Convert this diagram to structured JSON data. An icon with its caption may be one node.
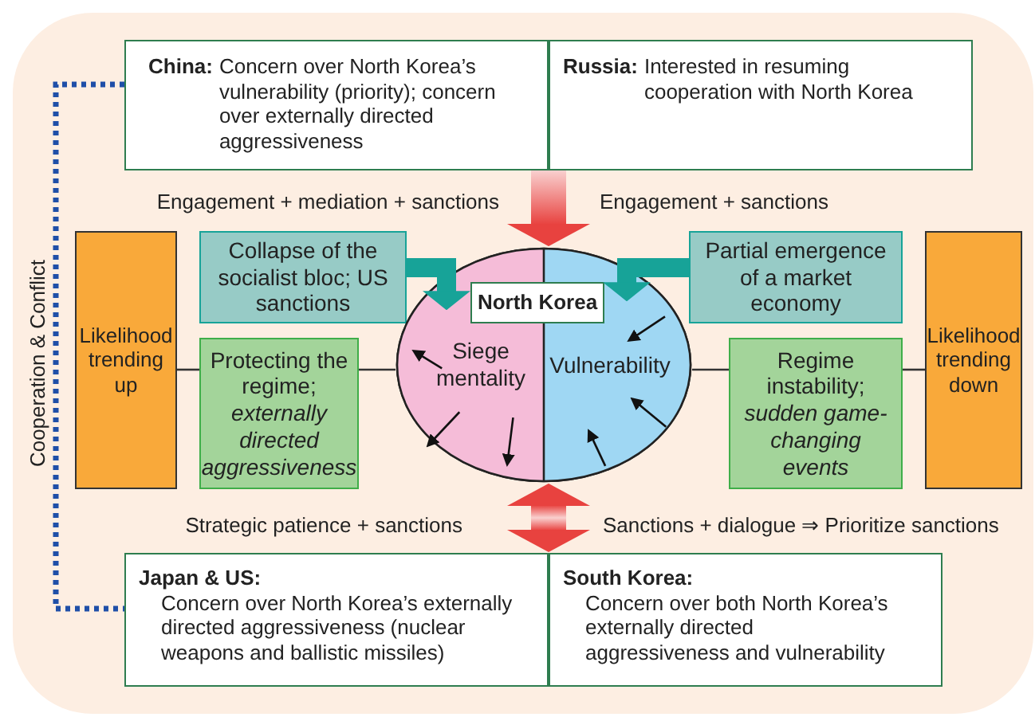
{
  "diagram": {
    "nodes": [
      {
        "text": [
          "China:",
          "Concern over North Korea’s vulnerability (priority); concern over externally directed aggressiveness"
        ]
      },
      {
        "text": [
          "Russia:",
          "Interested in resuming cooperation with North Korea"
        ]
      },
      {
        "text": [
          "Japan & US:",
          "Concern over North Korea’s externally directed aggressiveness (nuclear weapons and ballistic missiles)"
        ]
      },
      {
        "text": [
          "South Korea:",
          "Concern over both North Korea’s externally directed aggressiveness and vulnerability"
        ]
      },
      {
        "text": [
          "Likelihood trending up"
        ]
      },
      {
        "text": [
          "Collapse of the socialist bloc; US sanctions"
        ]
      },
      {
        "text": [
          "Protecting the regime; *externally directed aggressiveness*"
        ]
      },
      {
        "text": [],
        "shape": "ellipse"
      },
      {
        "text": [
          "North Korea"
        ],
        "in": 7
      },
      {
        "text": [
          "Siege mentality"
        ],
        "in": 7
      },
      {
        "text": [
          "Vulnerability"
        ],
        "in": 7
      },
      {
        "text": [
          "Partial emergence of a market economy"
        ]
      },
      {
        "text": [
          "Regime instability; *sudden game-changing events*"
        ]
      },
      {
        "text": [
          "Likelihood trending down"
        ]
      }
    ],
    "edges": [
      {
        "from": 0,
        "to": 7,
        "arrow": "to",
        "label": "Engagement + mediation + sanctions",
        "style": "thick",
        "color": "#e8423f"
      },
      {
        "from": 1,
        "to": 7,
        "arrow": "to",
        "label": "Engagement + sanctions",
        "style": "thick",
        "color": "#e8423f"
      },
      {
        "from": 2,
        "to": 7,
        "arrow": "both",
        "label": "Strategic patience + sanctions",
        "style": "thick",
        "color": "#e8423f"
      },
      {
        "from": 3,
        "to": 7,
        "arrow": "both",
        "label": "Sanctions + dialogue ⇒ Prioritize sanctions",
        "style": "thick",
        "color": "#e8423f"
      },
      {
        "from": 5,
        "to": 9,
        "arrow": "to",
        "style": "thick",
        "color": "#17a398"
      },
      {
        "from": 11,
        "to": 10,
        "arrow": "to",
        "style": "thick",
        "color": "#17a398"
      },
      {
        "from": 4,
        "to": 6,
        "arrow": "none"
      },
      {
        "from": 6,
        "to": 7,
        "arrow": "none"
      },
      {
        "from": 7,
        "to": 12,
        "arrow": "none"
      },
      {
        "from": 12,
        "to": 13,
        "arrow": "none"
      },
      {
        "from": 0,
        "to": 2,
        "arrow": "none",
        "label": "Cooperation & Conflict",
        "style": "dashed",
        "color": "#1f4fa8"
      }
    ]
  }
}
